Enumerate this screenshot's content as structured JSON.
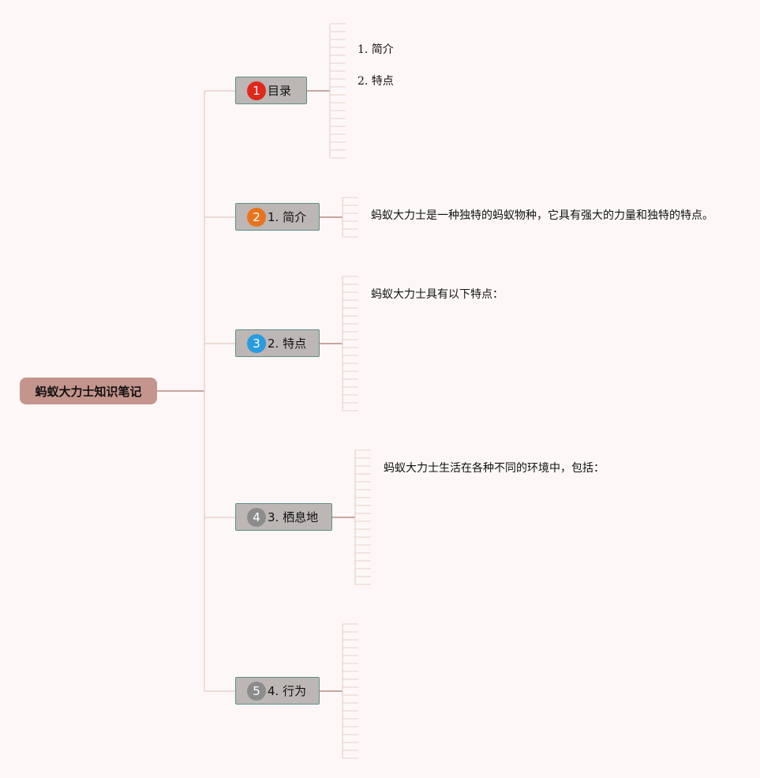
{
  "root": {
    "label": "蚂蚁大力士知识笔记"
  },
  "colors": {
    "root_bg": "#c4958d",
    "node_bg": "#bcb7b5",
    "node_border": "#5f8f86",
    "branch_line": "#e8cfc9",
    "link_line": "#b58a82"
  },
  "branches": [
    {
      "badge": "1",
      "badge_color": "#e0281c",
      "label": "目录",
      "details": [
        "1. 简介",
        "2. 特点"
      ]
    },
    {
      "badge": "2",
      "badge_color": "#e8731f",
      "label": "1. 简介",
      "details": [
        "蚂蚁大力士是一种独特的蚂蚁物种，它具有强大的力量和独特的特点。"
      ]
    },
    {
      "badge": "3",
      "badge_color": "#2a9be0",
      "label": "2. 特点",
      "details": [
        "蚂蚁大力士具有以下特点："
      ]
    },
    {
      "badge": "4",
      "badge_color": "#8c8c8c",
      "label": "3. 栖息地",
      "details": [
        "蚂蚁大力士生活在各种不同的环境中，包括："
      ]
    },
    {
      "badge": "5",
      "badge_color": "#8c8c8c",
      "label": "4. 行为",
      "details": []
    }
  ]
}
